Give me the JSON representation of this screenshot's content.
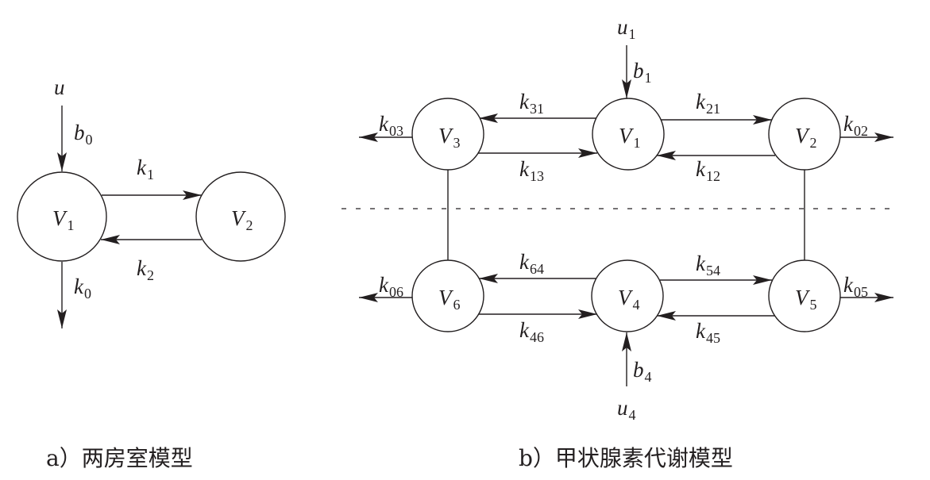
{
  "panel_a": {
    "caption": "a）两房室模型",
    "nodes": [
      {
        "id": "V1",
        "base": "V",
        "sub": "1"
      },
      {
        "id": "V2",
        "base": "V",
        "sub": "2"
      }
    ],
    "edges": [
      {
        "from": "u",
        "to": "V1",
        "label_base": "b",
        "label_sub": "0"
      },
      {
        "from": "V1",
        "to": "V2",
        "label_base": "k",
        "label_sub": "1"
      },
      {
        "from": "V2",
        "to": "V1",
        "label_base": "k",
        "label_sub": "2"
      },
      {
        "from": "V1",
        "to": "out",
        "label_base": "k",
        "label_sub": "0"
      }
    ],
    "inputs": [
      {
        "base": "u",
        "sub": ""
      }
    ]
  },
  "panel_b": {
    "caption": "b）甲状腺素代谢模型",
    "nodes": [
      {
        "id": "V1",
        "base": "V",
        "sub": "1"
      },
      {
        "id": "V2",
        "base": "V",
        "sub": "2"
      },
      {
        "id": "V3",
        "base": "V",
        "sub": "3"
      },
      {
        "id": "V4",
        "base": "V",
        "sub": "4"
      },
      {
        "id": "V5",
        "base": "V",
        "sub": "5"
      },
      {
        "id": "V6",
        "base": "V",
        "sub": "6"
      }
    ],
    "edges": [
      {
        "from": "u1",
        "to": "V1",
        "label_base": "b",
        "label_sub": "1"
      },
      {
        "from": "V1",
        "to": "V3",
        "label_base": "k",
        "label_sub": "31"
      },
      {
        "from": "V3",
        "to": "V1",
        "label_base": "k",
        "label_sub": "13"
      },
      {
        "from": "V1",
        "to": "V2",
        "label_base": "k",
        "label_sub": "21"
      },
      {
        "from": "V2",
        "to": "V1",
        "label_base": "k",
        "label_sub": "12"
      },
      {
        "from": "V3",
        "to": "out",
        "label_base": "k",
        "label_sub": "03"
      },
      {
        "from": "V2",
        "to": "out",
        "label_base": "k",
        "label_sub": "02"
      },
      {
        "from": "V4",
        "to": "V6",
        "label_base": "k",
        "label_sub": "64"
      },
      {
        "from": "V6",
        "to": "V4",
        "label_base": "k",
        "label_sub": "46"
      },
      {
        "from": "V4",
        "to": "V5",
        "label_base": "k",
        "label_sub": "54"
      },
      {
        "from": "V5",
        "to": "V4",
        "label_base": "k",
        "label_sub": "45"
      },
      {
        "from": "V6",
        "to": "out",
        "label_base": "k",
        "label_sub": "06"
      },
      {
        "from": "V5",
        "to": "out",
        "label_base": "k",
        "label_sub": "05"
      },
      {
        "from": "u4",
        "to": "V4",
        "label_base": "b",
        "label_sub": "4"
      }
    ],
    "links": [
      {
        "a": "V3",
        "b": "V6"
      },
      {
        "a": "V2",
        "b": "V5"
      }
    ],
    "inputs": [
      {
        "base": "u",
        "sub": "1"
      },
      {
        "base": "u",
        "sub": "4"
      }
    ]
  }
}
